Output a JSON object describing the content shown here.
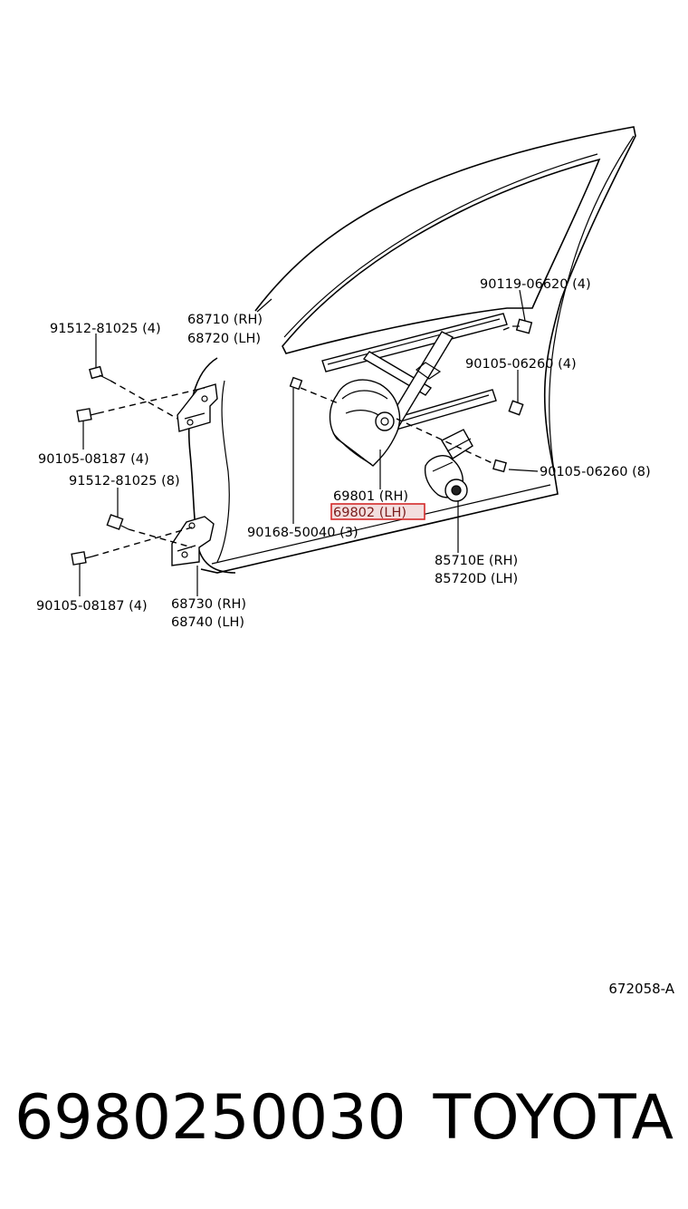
{
  "diagram": {
    "labels": {
      "p91512_81025_4": "91512-81025 (4)",
      "p68710": "68710 (RH)",
      "p68720": "68720 (LH)",
      "p90119_06620": "90119-06620 (4)",
      "p90105_06260_4": "90105-06260 (4)",
      "p90105_08187_top": "90105-08187 (4)",
      "p91512_81025_8": "91512-81025 (8)",
      "p90105_06260_8": "90105-06260 (8)",
      "p69801": "69801 (RH)",
      "p69802": "69802 (LH)",
      "p90168_50040": "90168-50040 (3)",
      "p85710E": "85710E (RH)",
      "p85720D": "85720D (LH)",
      "p90105_08187_bot": "90105-08187 (4)",
      "p68730": "68730 (RH)",
      "p68740": "68740 (LH)"
    },
    "highlighted_part": "69802 (LH)",
    "highlight_color": "#d42a2a",
    "ref_code": "672058-A"
  },
  "footer": {
    "part_number": "6980250030",
    "brand": "TOYOTA"
  }
}
